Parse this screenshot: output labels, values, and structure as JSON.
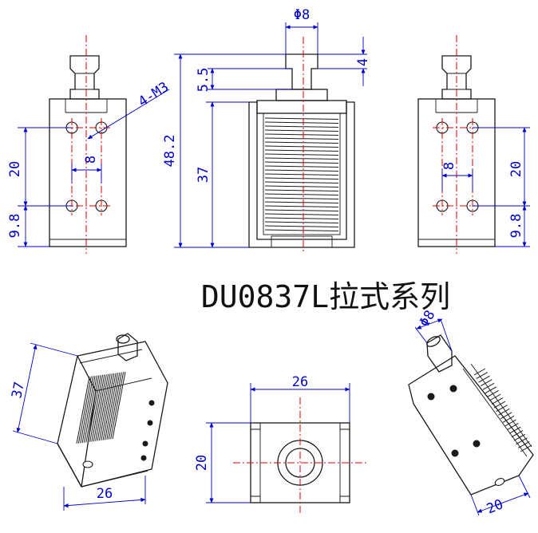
{
  "title": "DU0837L拉式系列",
  "dimensions": {
    "plunger_diameter": "Φ8",
    "plunger_head_height": "4",
    "stroke_offset": "5.5",
    "overall_height": "48.2",
    "frame_height": "37",
    "hole_pitch_vertical": "20",
    "hole_pitch_horizontal": "8",
    "hole_edge_offset": "9.8",
    "thread_spec": "4-M3",
    "frame_width": "26",
    "frame_depth": "20"
  },
  "colors": {
    "outline": "#1a1a1a",
    "center_line": "#e10000",
    "dimension": "#0000cc"
  }
}
